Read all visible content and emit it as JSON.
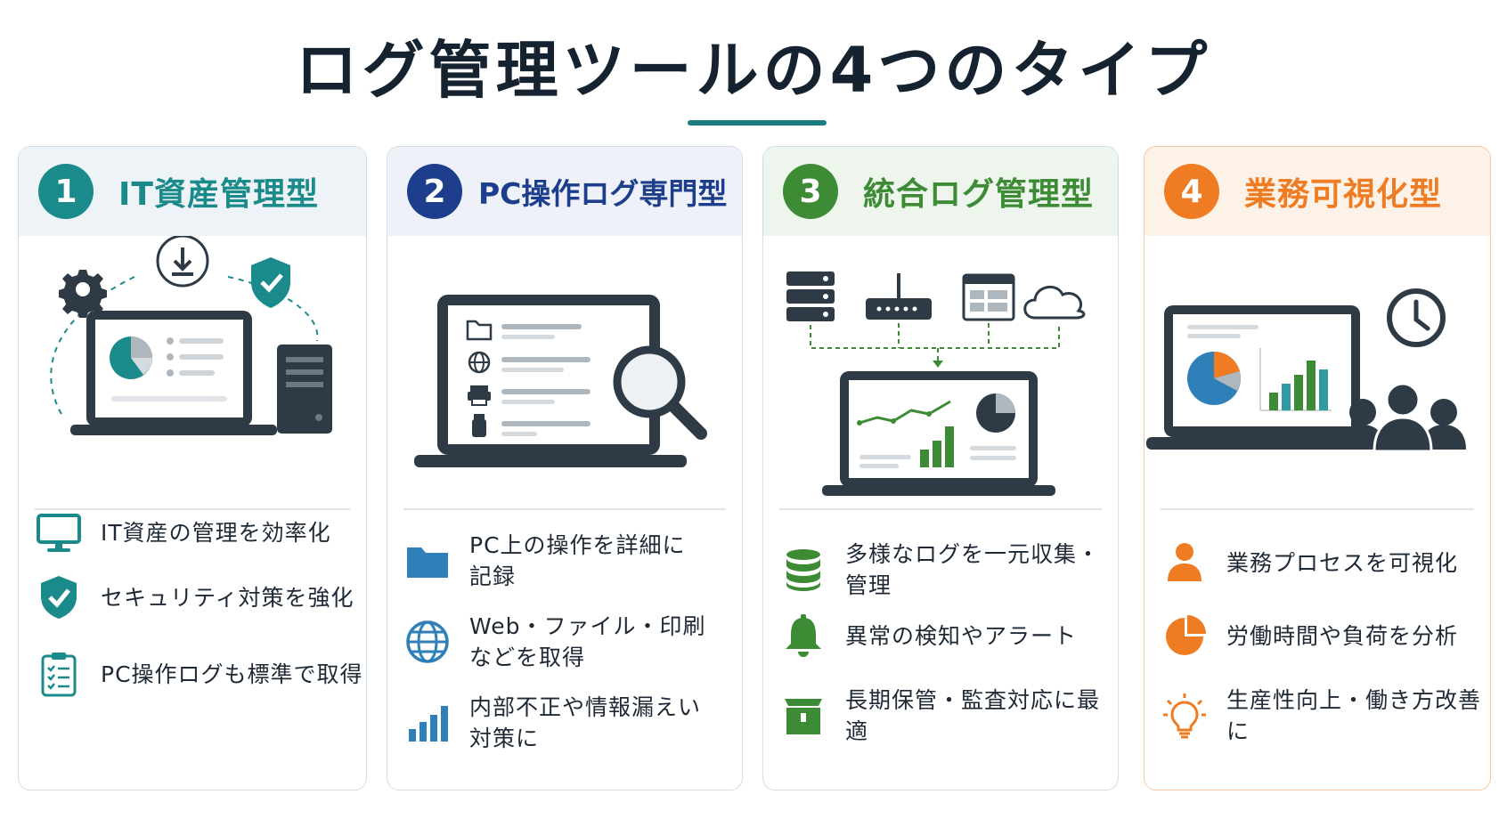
{
  "page": {
    "title": "ログ管理ツールの4つのタイプ"
  },
  "colors": {
    "teal": "#1b8a8a",
    "navy": "#1d3e8c",
    "green": "#3d8c35",
    "orange": "#ef7c22",
    "title_underline": "#1b7d80"
  },
  "cards": [
    {
      "number": "1",
      "title": "IT資産管理型",
      "features": [
        {
          "icon": "monitor-icon",
          "text": "IT資産の管理を効率化"
        },
        {
          "icon": "shield-check-icon",
          "text": "セキュリティ対策を強化"
        },
        {
          "icon": "clipboard-checklist-icon",
          "text": "PC操作ログも標準で取得"
        }
      ]
    },
    {
      "number": "2",
      "title": "PC操作ログ専門型",
      "features": [
        {
          "icon": "folder-icon",
          "text": "PC上の操作を詳細に\n記録"
        },
        {
          "icon": "globe-icon",
          "text": "Web・ファイル・印刷\nなどを取得"
        },
        {
          "icon": "bar-chart-icon",
          "text": "内部不正や情報漏えい\n対策に"
        }
      ]
    },
    {
      "number": "3",
      "title": "統合ログ管理型",
      "features": [
        {
          "icon": "database-icon",
          "text": "多様なログを一元収集・管理"
        },
        {
          "icon": "bell-icon",
          "text": "異常の検知やアラート"
        },
        {
          "icon": "archive-box-icon",
          "text": "長期保管・監査対応に最適"
        }
      ]
    },
    {
      "number": "4",
      "title": "業務可視化型",
      "features": [
        {
          "icon": "person-icon",
          "text": "業務プロセスを可視化"
        },
        {
          "icon": "pie-chart-icon",
          "text": "労働時間や負荷を分析"
        },
        {
          "icon": "lightbulb-icon",
          "text": "生産性向上・働き方改善に"
        }
      ]
    }
  ]
}
